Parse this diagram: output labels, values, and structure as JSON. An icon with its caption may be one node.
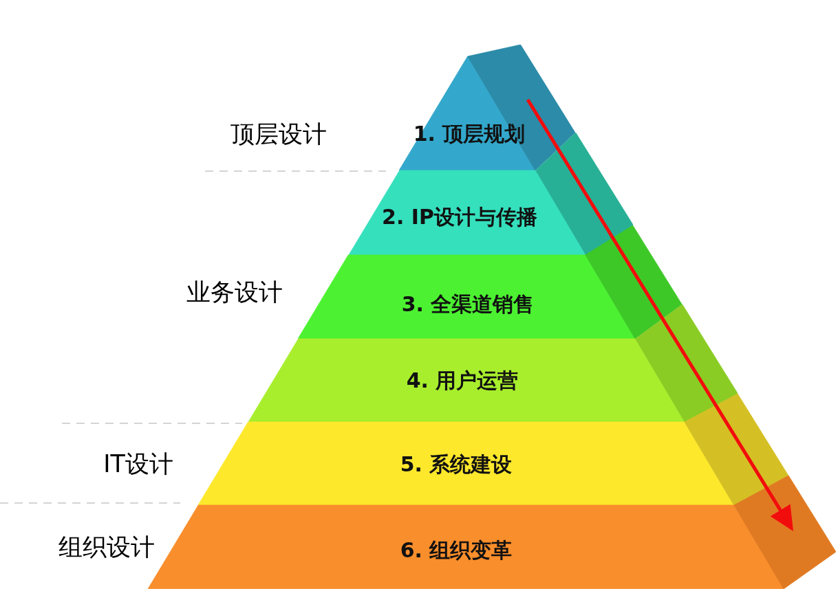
{
  "diagram": {
    "nodes": [
      {
        "text": [
          "1. 顶层规划"
        ]
      },
      {
        "text": [
          "2. IP设计与传播"
        ]
      },
      {
        "text": [
          "3. 全渠道销售"
        ]
      },
      {
        "text": [
          "4. 用户运营"
        ]
      },
      {
        "text": [
          "5. 系统建设"
        ]
      },
      {
        "text": [
          "6. 组织变革"
        ]
      }
    ],
    "edges": [
      {
        "from": 0,
        "to": 5,
        "arrow": "to"
      }
    ],
    "labels": [
      "顶层设计",
      "业务设计",
      "IT设计",
      "组织设计"
    ]
  }
}
